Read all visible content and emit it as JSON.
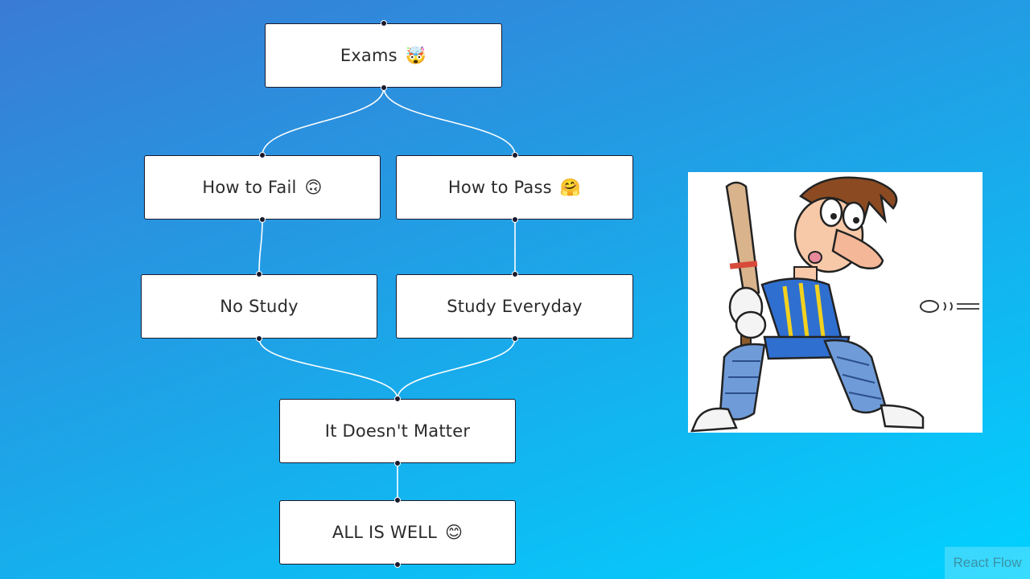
{
  "flow": {
    "nodes": [
      {
        "id": "exams",
        "label": "Exams",
        "emoji": "🤯",
        "icon": "exploding-head-icon"
      },
      {
        "id": "fail",
        "label": "How to Fail",
        "emoji": "🙃",
        "icon": "upside-down-face-icon"
      },
      {
        "id": "pass",
        "label": "How to Pass",
        "emoji": "🤗",
        "icon": "hugging-face-icon"
      },
      {
        "id": "nostudy",
        "label": "No Study",
        "emoji": "",
        "icon": ""
      },
      {
        "id": "study",
        "label": "Study Everyday",
        "emoji": "",
        "icon": ""
      },
      {
        "id": "matter",
        "label": "It Doesn't Matter",
        "emoji": "",
        "icon": ""
      },
      {
        "id": "well",
        "label": "ALL IS WELL",
        "emoji": "😊",
        "icon": "smiling-face-icon"
      }
    ],
    "edges": [
      {
        "from": "exams",
        "to": "fail"
      },
      {
        "from": "exams",
        "to": "pass"
      },
      {
        "from": "fail",
        "to": "nostudy"
      },
      {
        "from": "pass",
        "to": "study"
      },
      {
        "from": "nostudy",
        "to": "matter"
      },
      {
        "from": "study",
        "to": "matter"
      },
      {
        "from": "matter",
        "to": "well"
      }
    ]
  },
  "illustration": {
    "subject": "cricket-batsman-cartoon"
  },
  "attribution": {
    "label": "React Flow"
  },
  "colors": {
    "node_border": "#1a1a2e",
    "edge": "#ffffff",
    "background_start": "#3a7bd5",
    "background_end": "#00d2ff"
  }
}
